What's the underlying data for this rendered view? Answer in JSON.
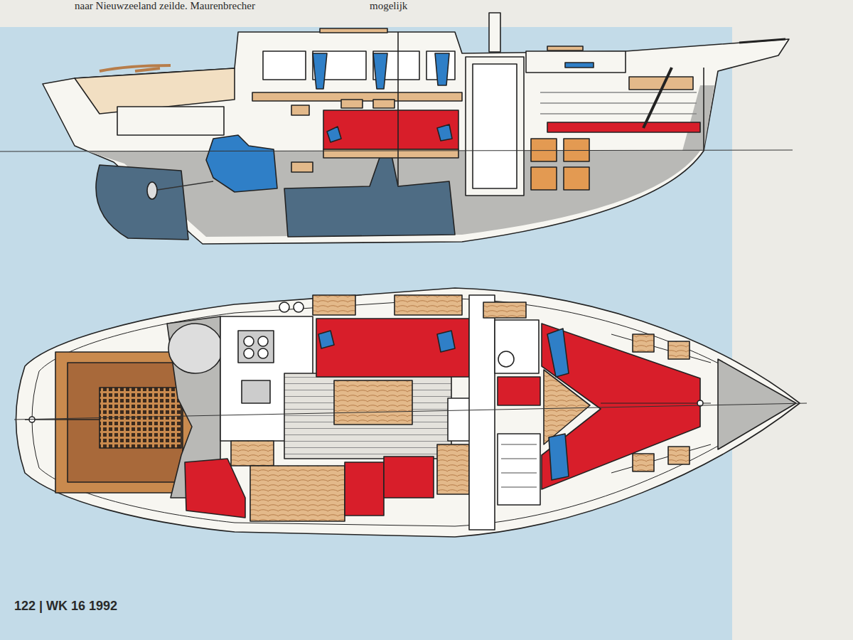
{
  "diagram": {
    "labels": [
      "naar Nieuwzeeland zeilde. Maurenbrecher",
      "mogelijk",
      "122 | WK 16 1992"
    ]
  }
}
